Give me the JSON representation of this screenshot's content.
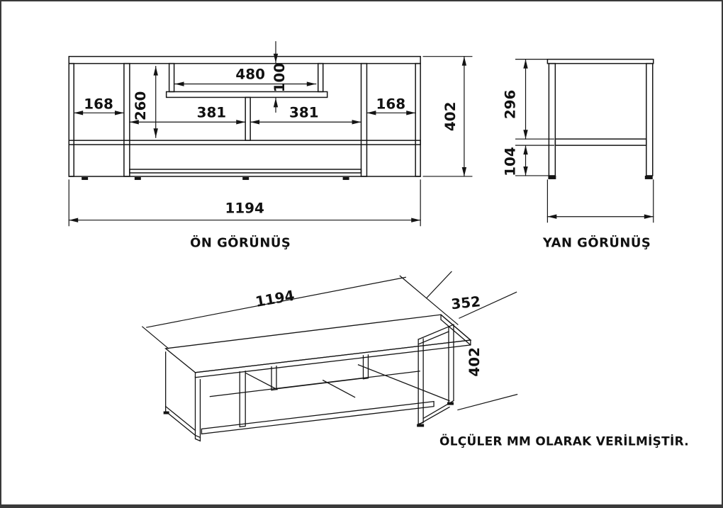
{
  "colors": {
    "background": "#ffffff",
    "line": "#141414",
    "frame_border": "#3a3a3a"
  },
  "views": {
    "front": {
      "label": "ÖN GÖRÜNÜŞ",
      "dims": {
        "total_width": "1194",
        "total_height": "402",
        "left_compartment": "168",
        "right_compartment": "168",
        "open_height": "260",
        "left_shelf": "381",
        "right_shelf": "381",
        "niche_width": "480",
        "niche_height": "100"
      }
    },
    "side": {
      "label": "YAN GÖRÜNÜŞ",
      "dims": {
        "upper_height": "296",
        "leg_height": "104"
      }
    },
    "iso": {
      "dims": {
        "length": "1194",
        "depth": "352",
        "height": "402"
      }
    }
  },
  "footnote": "ÖLÇÜLER MM OLARAK VERİLMİŞTİR.",
  "units": "mm"
}
